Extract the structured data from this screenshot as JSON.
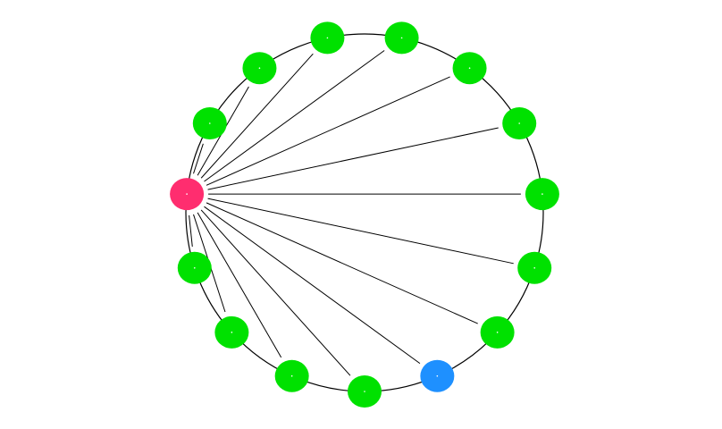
{
  "graph": {
    "layout": "circle",
    "ring_color": "#000000",
    "edge_color": "#000000",
    "colors": {
      "leaf": "#00e100",
      "hub": "#ff2d6f",
      "highlight": "#1e90ff"
    },
    "hub": "n0",
    "nodes": [
      {
        "id": "n0",
        "role": "hub"
      },
      {
        "id": "n1",
        "role": "leaf"
      },
      {
        "id": "n2",
        "role": "leaf"
      },
      {
        "id": "n3",
        "role": "leaf"
      },
      {
        "id": "n4",
        "role": "leaf"
      },
      {
        "id": "n5",
        "role": "leaf"
      },
      {
        "id": "n6",
        "role": "leaf"
      },
      {
        "id": "n7",
        "role": "leaf"
      },
      {
        "id": "n8",
        "role": "leaf"
      },
      {
        "id": "n9",
        "role": "leaf"
      },
      {
        "id": "n10",
        "role": "highlight"
      },
      {
        "id": "n11",
        "role": "leaf"
      },
      {
        "id": "n12",
        "role": "leaf"
      },
      {
        "id": "n13",
        "role": "leaf"
      },
      {
        "id": "n14",
        "role": "leaf"
      }
    ],
    "edges": [
      [
        "n0",
        "n1"
      ],
      [
        "n0",
        "n2"
      ],
      [
        "n0",
        "n3"
      ],
      [
        "n0",
        "n4"
      ],
      [
        "n0",
        "n5"
      ],
      [
        "n0",
        "n6"
      ],
      [
        "n0",
        "n7"
      ],
      [
        "n0",
        "n8"
      ],
      [
        "n0",
        "n9"
      ],
      [
        "n0",
        "n10"
      ],
      [
        "n0",
        "n11"
      ],
      [
        "n0",
        "n12"
      ],
      [
        "n0",
        "n13"
      ],
      [
        "n0",
        "n14"
      ]
    ]
  }
}
